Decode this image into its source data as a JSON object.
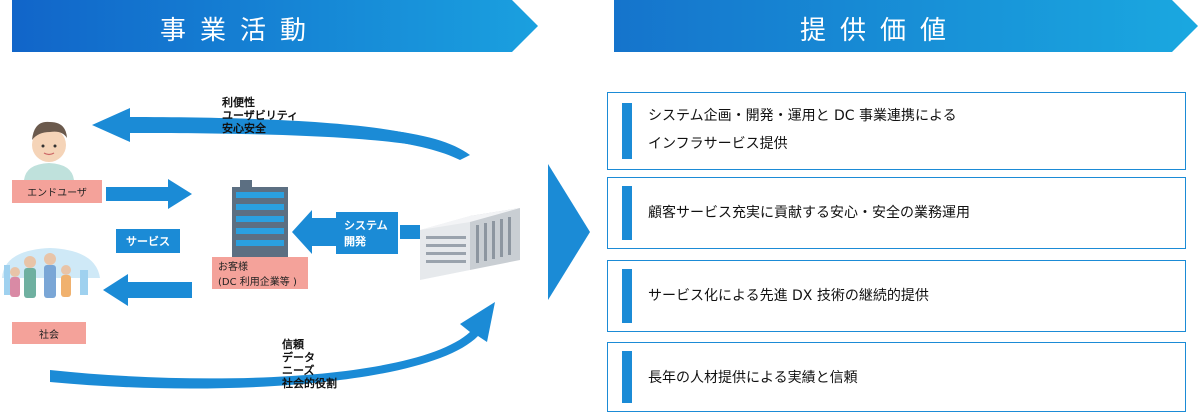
{
  "banners": {
    "left_title": "事業活動",
    "right_title": "提供価値"
  },
  "labels": {
    "end_user": "エンドユーザ",
    "society": "社会",
    "service": "サービス",
    "client_line1": "お客様",
    "client_line2": "(DC 利用企業等 )",
    "system_dev_line1": "システム",
    "system_dev_line2": "開発"
  },
  "annotations": {
    "top": [
      "利便性",
      "ユーザビリティ",
      "安心安全"
    ],
    "bottom": [
      "信頼",
      "データ",
      "ニーズ",
      "社会的役割"
    ]
  },
  "values": [
    {
      "line1": "システム企画・開発・運用と DC 事業連携による",
      "line2": "インフラサービス提供"
    },
    {
      "line1": "顧客サービス充実に貢献する安心・安全の業務運用",
      "line2": ""
    },
    {
      "line1": "サービス化による先進 DX 技術の継続的提供",
      "line2": ""
    },
    {
      "line1": "長年の人材提供による実績と信頼",
      "line2": ""
    }
  ],
  "colors": {
    "primary_blue": "#1b8bd6",
    "label_pink": "#f4a29a"
  }
}
